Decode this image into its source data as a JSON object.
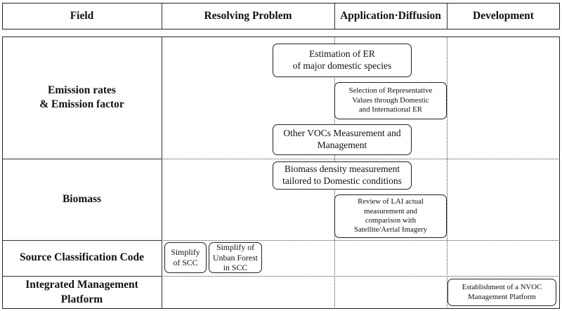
{
  "header": {
    "field": "Field",
    "resolving": "Resolving Problem",
    "application": "Application·Diffusion",
    "development": "Development"
  },
  "rows": {
    "emission": "Emission rates\n& Emission factor",
    "biomass": "Biomass",
    "scc": "Source Classification Code",
    "platform": "Integrated Management\nPlatform"
  },
  "boxes": {
    "estimation_er": "Estimation of ER\nof major domestic species",
    "selection_values": "Selection of Representative\nValues through Domestic\nand International ER",
    "other_vocs": "Other VOCs Measurement and\nManagement",
    "biomass_density": "Biomass density measurement\ntailored to Domestic conditions",
    "review_lai": "Review of LAI actual\nmeasurement and\ncomparison with\nSatellite/Aerial Imagery",
    "simplify_scc": "Simplify\nof SCC",
    "simplify_urban": "Simplify of\nUnban Forest\nin SCC",
    "nvoc_platform": "Establishment of a NVOC\nManagement Platform"
  }
}
